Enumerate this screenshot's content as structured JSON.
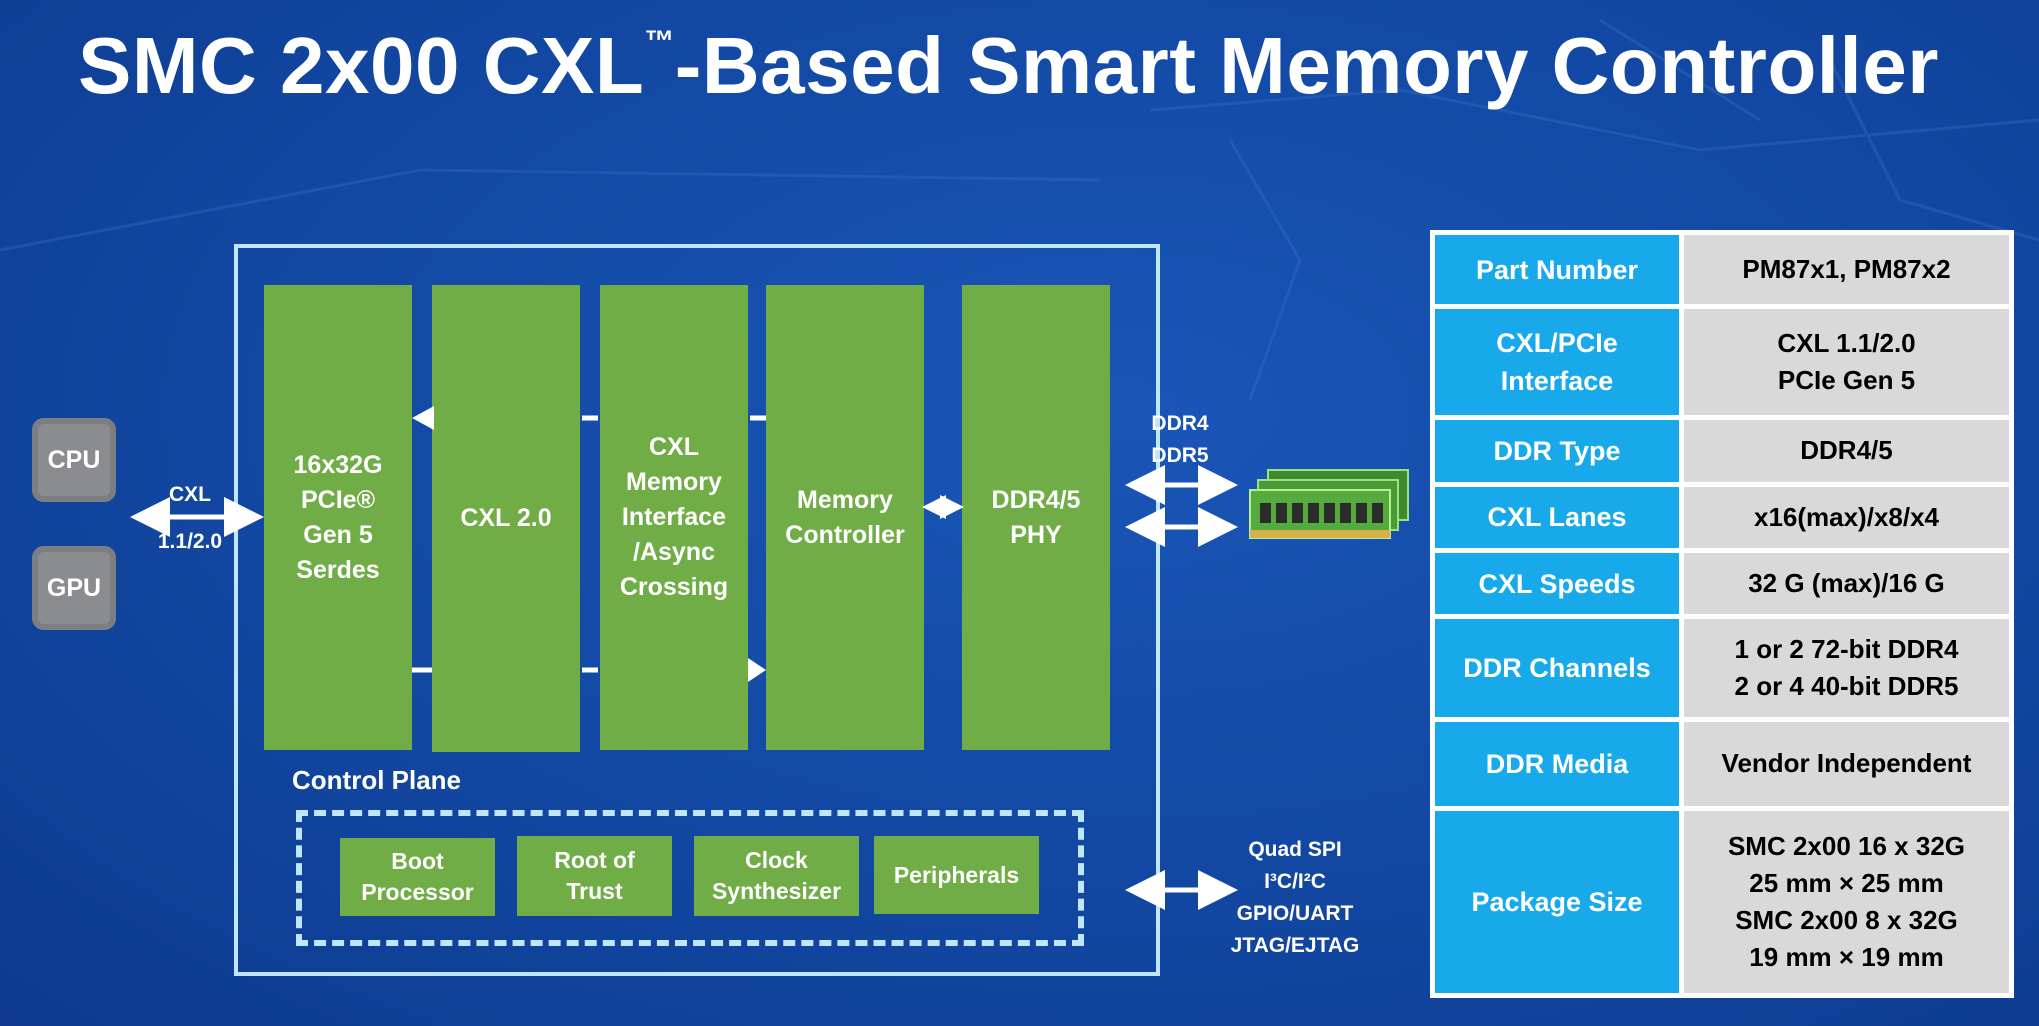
{
  "title": {
    "text": "SMC 2x00 CXL",
    "tm": "™",
    "rest": "-Based Smart Memory Controller"
  },
  "hosts": [
    {
      "label": "CPU"
    },
    {
      "label": "GPU"
    }
  ],
  "host_link": {
    "line1": "CXL",
    "line2": "1.1/2.0"
  },
  "blocks": [
    {
      "label": "16x32G\nPCIe®\nGen 5\nSerdes"
    },
    {
      "label": "CXL 2.0"
    },
    {
      "label": "CXL\nMemory\nInterface\n/Async\nCrossing"
    },
    {
      "label": "Memory\nController"
    },
    {
      "label": "DDR4/5\nPHY"
    }
  ],
  "control_plane": {
    "title": "Control Plane",
    "items": [
      {
        "label": "Boot\nProcessor"
      },
      {
        "label": "Root of\nTrust"
      },
      {
        "label": "Clock\nSynthesizer"
      },
      {
        "label": "Peripherals"
      }
    ]
  },
  "ddr_link": {
    "line1": "DDR4",
    "line2": "DDR5"
  },
  "io_link": {
    "lines": [
      "Quad SPI",
      "I³C/I²C",
      "GPIO/UART",
      "JTAG/EJTAG"
    ]
  },
  "spec_table": [
    {
      "key": "Part Number",
      "value": "PM87x1, PM87x2"
    },
    {
      "key": "CXL/PCIe\nInterface",
      "value": "CXL 1.1/2.0\nPCIe Gen 5"
    },
    {
      "key": "DDR Type",
      "value": "DDR4/5"
    },
    {
      "key": "CXL Lanes",
      "value": "x16(max)/x8/x4"
    },
    {
      "key": "CXL Speeds",
      "value": "32 G (max)/16 G"
    },
    {
      "key": "DDR Channels",
      "value": "1 or 2 72-bit DDR4\n2 or 4 40-bit DDR5"
    },
    {
      "key": "DDR Media",
      "value": "Vendor Independent"
    },
    {
      "key": "Package Size",
      "value": "SMC 2x00 16 x 32G\n25 mm × 25 mm\nSMC 2x00 8 x 32G\n19 mm × 19 mm"
    }
  ],
  "colors": {
    "block_green": "#70ad47",
    "table_key_blue": "#17a9e9",
    "table_value_gray": "#d9d9d9",
    "frame_light_blue": "#bfe6fa"
  }
}
